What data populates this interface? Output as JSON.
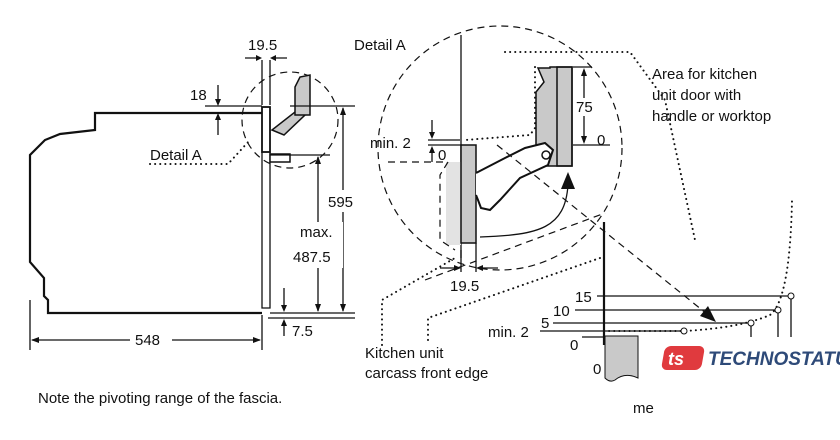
{
  "labels": {
    "detail_a_left": "Detail A",
    "detail_a_title": "Detail A",
    "dim_19_5_top": "19.5",
    "dim_18": "18",
    "dim_595": "595",
    "dim_max": "max.",
    "dim_487_5": "487.5",
    "dim_548": "548",
    "dim_7_5": "7.5",
    "dim_min2_detail": "min. 2",
    "dim_0_detail": "0",
    "dim_75": "75",
    "dim_0_right": "0",
    "dim_19_5_detail": "19.5",
    "area_line1": "Area for kitchen",
    "area_line2": "unit door with",
    "area_line3": "handle or worktop",
    "carcass_line1": "Kitchen unit",
    "carcass_line2": "carcass front edge",
    "scale_15": "15",
    "scale_10": "10",
    "scale_5": "5",
    "scale_min2": "min. 2",
    "scale_0": "0",
    "scale_0b": "0",
    "cut_text": "me",
    "note": "Note the pivoting range of the fascia."
  },
  "logo": {
    "mark": "ts",
    "text": "TECHNOSTATUS",
    "mark_color": "#e03a3e",
    "text_color": "#2e4a78"
  }
}
